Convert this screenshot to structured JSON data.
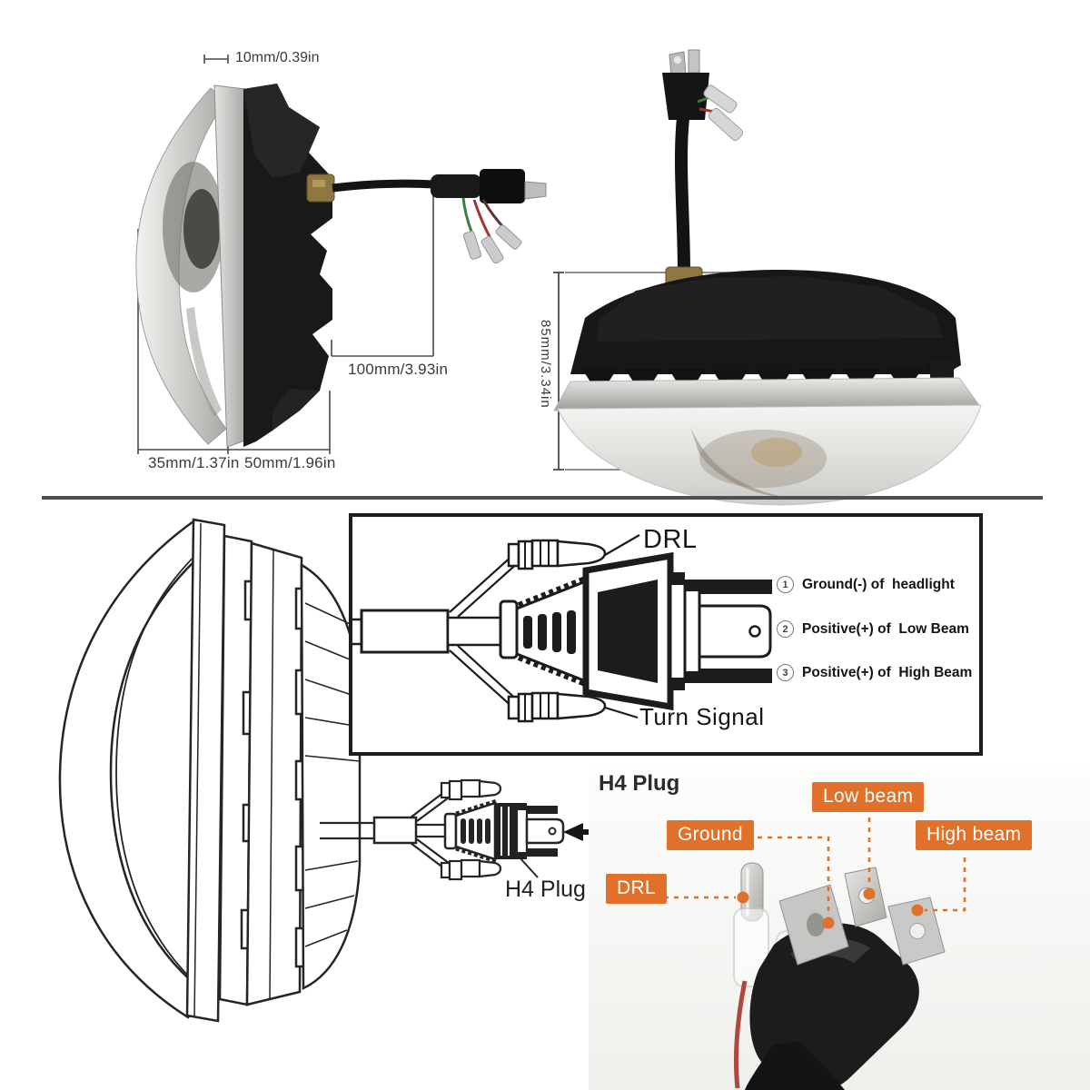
{
  "colors": {
    "accent_orange": "#E0702A",
    "line_art": "#1c1c1c",
    "divider_gray": "#4f4f4f",
    "photo_background": "#f1f1ef"
  },
  "dimensions": {
    "bezel_width": "10mm/0.39in",
    "wire_length": "100mm/3.93in",
    "lens_depth": "35mm/1.37in",
    "housing_depth": "50mm/1.96in",
    "lamp_height": "85mm/3.34in"
  },
  "wiring_diagram": {
    "drl_label": "DRL",
    "turn_signal_label": "Turn Signal",
    "pins": [
      {
        "num": "1",
        "text": "Ground(-) of  headlight"
      },
      {
        "num": "2",
        "text": "Positive(+) of  Low Beam"
      },
      {
        "num": "3",
        "text": "Positive(+) of  High Beam"
      }
    ]
  },
  "plug_drawing": {
    "h4_label": "H4 Plug"
  },
  "plug_photo": {
    "heading": "H4 Plug",
    "labels": {
      "ground": "Ground",
      "low_beam": "Low beam",
      "high_beam": "High beam",
      "drl": "DRL"
    }
  }
}
